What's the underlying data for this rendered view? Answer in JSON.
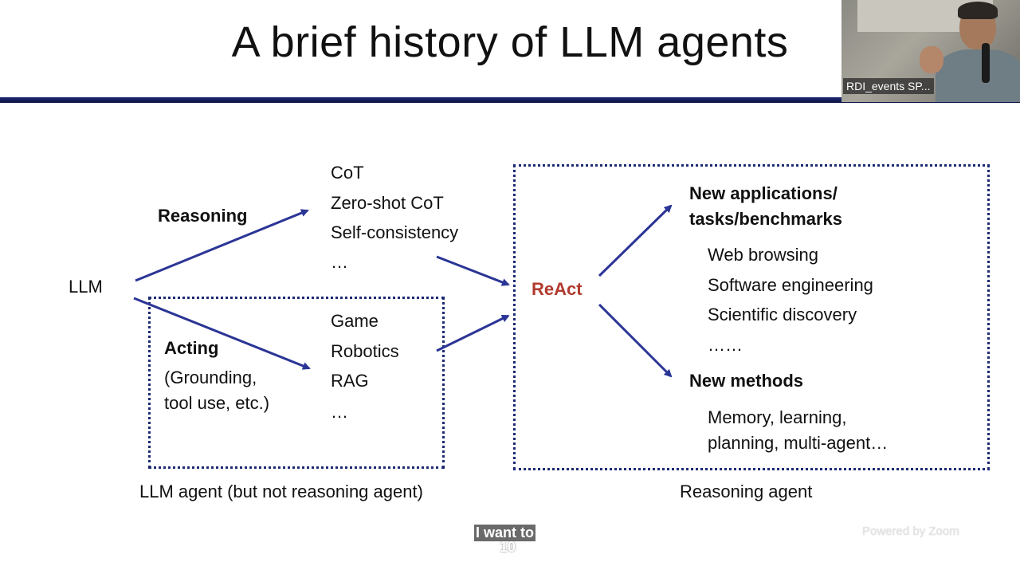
{
  "slide": {
    "title": "A brief history of LLM agents",
    "llm_label": "LLM",
    "reasoning_label": "Reasoning",
    "acting_label": "Acting",
    "acting_sub_1": "(Grounding,",
    "acting_sub_2": "tool use, etc.)",
    "reasoning_methods": [
      "CoT",
      "Zero-shot CoT",
      "Self-consistency",
      "…"
    ],
    "acting_methods": [
      "Game",
      "Robotics",
      "RAG",
      "…"
    ],
    "react_label": "ReAct",
    "new_apps_title_1": "New applications/",
    "new_apps_title_2": "tasks/benchmarks",
    "new_apps_items": [
      "Web browsing",
      "Software engineering",
      "Scientific discovery",
      "……"
    ],
    "new_methods_title": "New methods",
    "new_methods_items_1": "Memory, learning,",
    "new_methods_items_2": "planning, multi-agent…",
    "llm_agent_caption": "LLM agent (but not reasoning agent)",
    "reasoning_agent_caption": "Reasoning agent",
    "page_number": "10"
  },
  "video": {
    "participant_name": "RDI_events SP..."
  },
  "subtitle": "I want to",
  "watermark": "Powered by Zoom",
  "colors": {
    "accent_navy": "#1d2a73",
    "react_red": "#b03a2e"
  }
}
